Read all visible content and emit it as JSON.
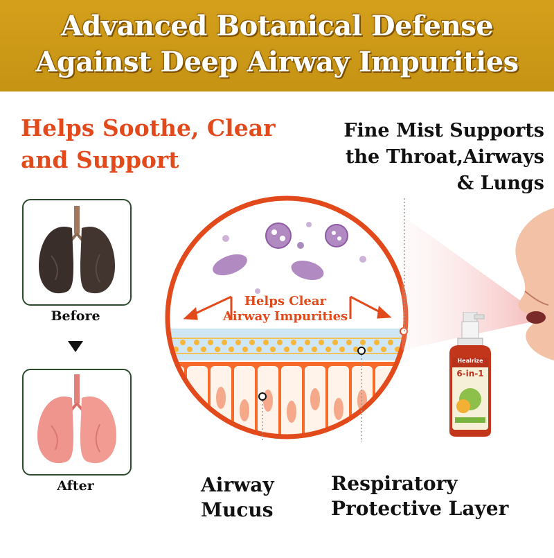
{
  "banner": {
    "line1": "Advanced Botanical Defense",
    "line2": "Against Deep Airway Impurities"
  },
  "headline_left": {
    "line1": "Helps Soothe, Clear",
    "line2": "and  Support"
  },
  "headline_right": {
    "line1": "Fine Mist Supports",
    "line2": "the Throat,Airways",
    "line3": "& Lungs"
  },
  "comparison": {
    "before_label": "Before",
    "after_label": "After"
  },
  "circle": {
    "label_line1": "Helps Clear",
    "label_line2": "Airway Impurities"
  },
  "callouts": {
    "mucus_line1": "Airway",
    "mucus_line2": "Mucus",
    "layer_line1": "Respiratory",
    "layer_line2": "Protective Layer"
  },
  "product": {
    "brand": "Healrize",
    "name": "6-in-1"
  },
  "colors": {
    "banner": "#c69313",
    "accent": "#e24a1c",
    "bacteria": "#b18ac2"
  }
}
